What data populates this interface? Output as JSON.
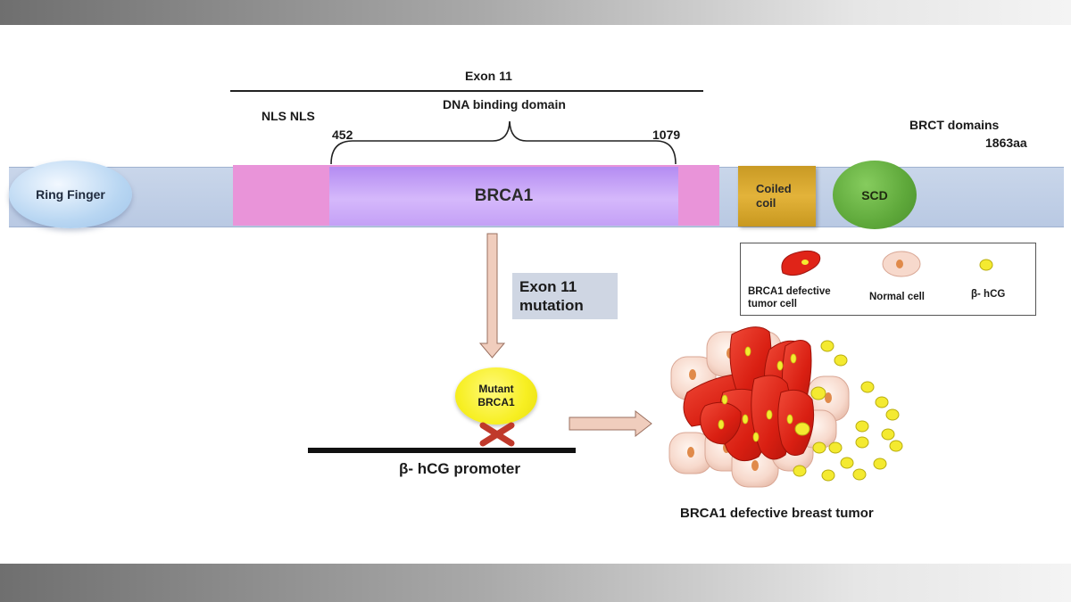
{
  "header": {
    "exon_label": "Exon 11",
    "dna_binding_label": "DNA binding domain",
    "nls_label": "NLS NLS",
    "pos_start": "452",
    "pos_end": "1079",
    "brct_label": "BRCT domains",
    "length_label": "1863aa"
  },
  "protein": {
    "ring_finger": "Ring Finger",
    "brca1": "BRCA1",
    "coiled_coil_line1": "Coiled",
    "coiled_coil_line2": "coil",
    "scd": "SCD"
  },
  "mutation": {
    "box_line1": "Exon 11",
    "box_line2": "mutation",
    "mutant_line1": "Mutant",
    "mutant_line2": "BRCA1",
    "promoter_label": "β- hCG promoter"
  },
  "legend": {
    "defective_line1": "BRCA1 defective",
    "defective_line2": "tumor cell",
    "normal": "Normal cell",
    "hcg": "β- hCG"
  },
  "tumor_label": "BRCA1 defective breast tumor",
  "colors": {
    "tumor_cell": "#e02418",
    "normal_cell": "#f7d9cc",
    "hcg_dot": "#f4ea30",
    "nls_region": "#e994d9",
    "dna_region": "#c4a0f6"
  }
}
